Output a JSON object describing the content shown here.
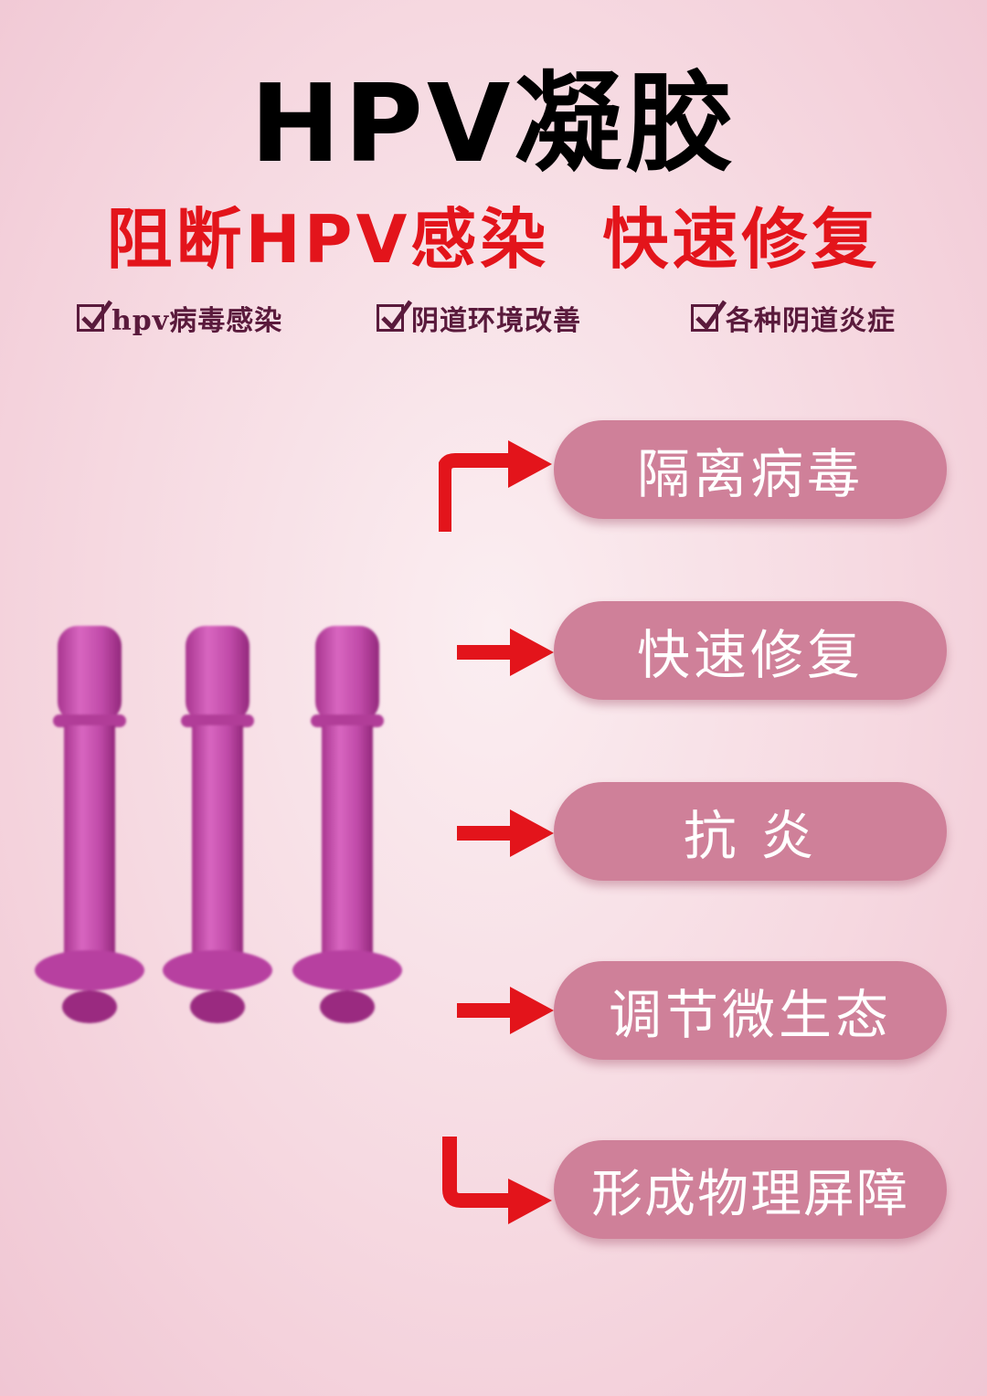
{
  "title": "HPV凝胶",
  "subtitle": "阻断HPV感染  快速修复",
  "checklist": [
    {
      "label": "hpv病毒感染",
      "icon": "checked-box-icon"
    },
    {
      "label": "阴道环境改善",
      "icon": "checked-box-icon"
    },
    {
      "label": "各种阴道炎症",
      "icon": "checked-box-icon"
    }
  ],
  "benefits": [
    {
      "label": "隔离病毒",
      "icon": "bent-up-arrow-icon"
    },
    {
      "label": "快速修复",
      "icon": "right-arrow-icon"
    },
    {
      "label": "抗 炎",
      "icon": "right-arrow-icon"
    },
    {
      "label": "调节微生态",
      "icon": "right-arrow-icon"
    },
    {
      "label": "形成物理屏障",
      "icon": "bent-down-arrow-icon"
    }
  ],
  "product_image": "three-applicator-tubes",
  "colors": {
    "title": "#000000",
    "subtitle": "#e3141b",
    "checklist": "#5a1a3c",
    "pill": "#cf8099",
    "arrow": "#e3141b",
    "applicator": "#c04aa8"
  }
}
